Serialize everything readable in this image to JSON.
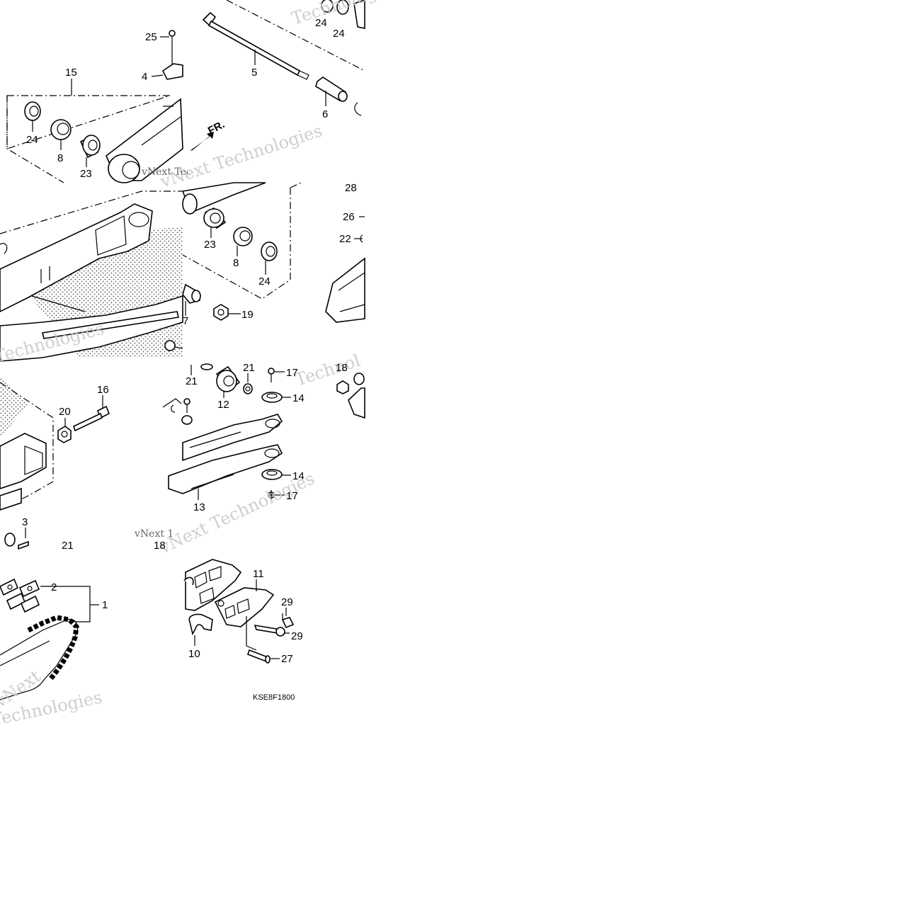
{
  "diagram": {
    "code_label": "KSE8F1800",
    "direction_label": "FR.",
    "watermarks": [
      "vNext Technologies",
      "Technologies",
      "vNext Tec",
      "vNext 1",
      "Technologies",
      "vNext",
      "Technologies",
      "Technol"
    ],
    "callouts": [
      {
        "id": "c-25",
        "text": "25"
      },
      {
        "id": "c-15",
        "text": "15"
      },
      {
        "id": "c-4",
        "text": "4"
      },
      {
        "id": "c-24a",
        "text": "24"
      },
      {
        "id": "c-8a",
        "text": "8"
      },
      {
        "id": "c-23a",
        "text": "23"
      },
      {
        "id": "c-5",
        "text": "5"
      },
      {
        "id": "c-6",
        "text": "6"
      },
      {
        "id": "c-24b",
        "text": "24"
      },
      {
        "id": "c-24c",
        "text": "24"
      },
      {
        "id": "c-23b",
        "text": "23"
      },
      {
        "id": "c-8b",
        "text": "8"
      },
      {
        "id": "c-24d",
        "text": "24"
      },
      {
        "id": "c-7",
        "text": "7"
      },
      {
        "id": "c-19",
        "text": "19"
      },
      {
        "id": "c-28",
        "text": "28"
      },
      {
        "id": "c-26",
        "text": "26"
      },
      {
        "id": "c-22",
        "text": "22"
      },
      {
        "id": "c-16",
        "text": "16"
      },
      {
        "id": "c-20",
        "text": "20"
      },
      {
        "id": "c-21a",
        "text": "21"
      },
      {
        "id": "c-21b",
        "text": "21"
      },
      {
        "id": "c-17a",
        "text": "17"
      },
      {
        "id": "c-12",
        "text": "12"
      },
      {
        "id": "c-14a",
        "text": "14"
      },
      {
        "id": "c-18a",
        "text": "18"
      },
      {
        "id": "c-14b",
        "text": "14"
      },
      {
        "id": "c-17b",
        "text": "17"
      },
      {
        "id": "c-13",
        "text": "13"
      },
      {
        "id": "c-3",
        "text": "3"
      },
      {
        "id": "c-21c",
        "text": "21"
      },
      {
        "id": "c-18b",
        "text": "18"
      },
      {
        "id": "c-2",
        "text": "2"
      },
      {
        "id": "c-1",
        "text": "1"
      },
      {
        "id": "c-11",
        "text": "11"
      },
      {
        "id": "c-29a",
        "text": "29"
      },
      {
        "id": "c-29b",
        "text": "29"
      },
      {
        "id": "c-10",
        "text": "10"
      },
      {
        "id": "c-27",
        "text": "27"
      }
    ]
  }
}
